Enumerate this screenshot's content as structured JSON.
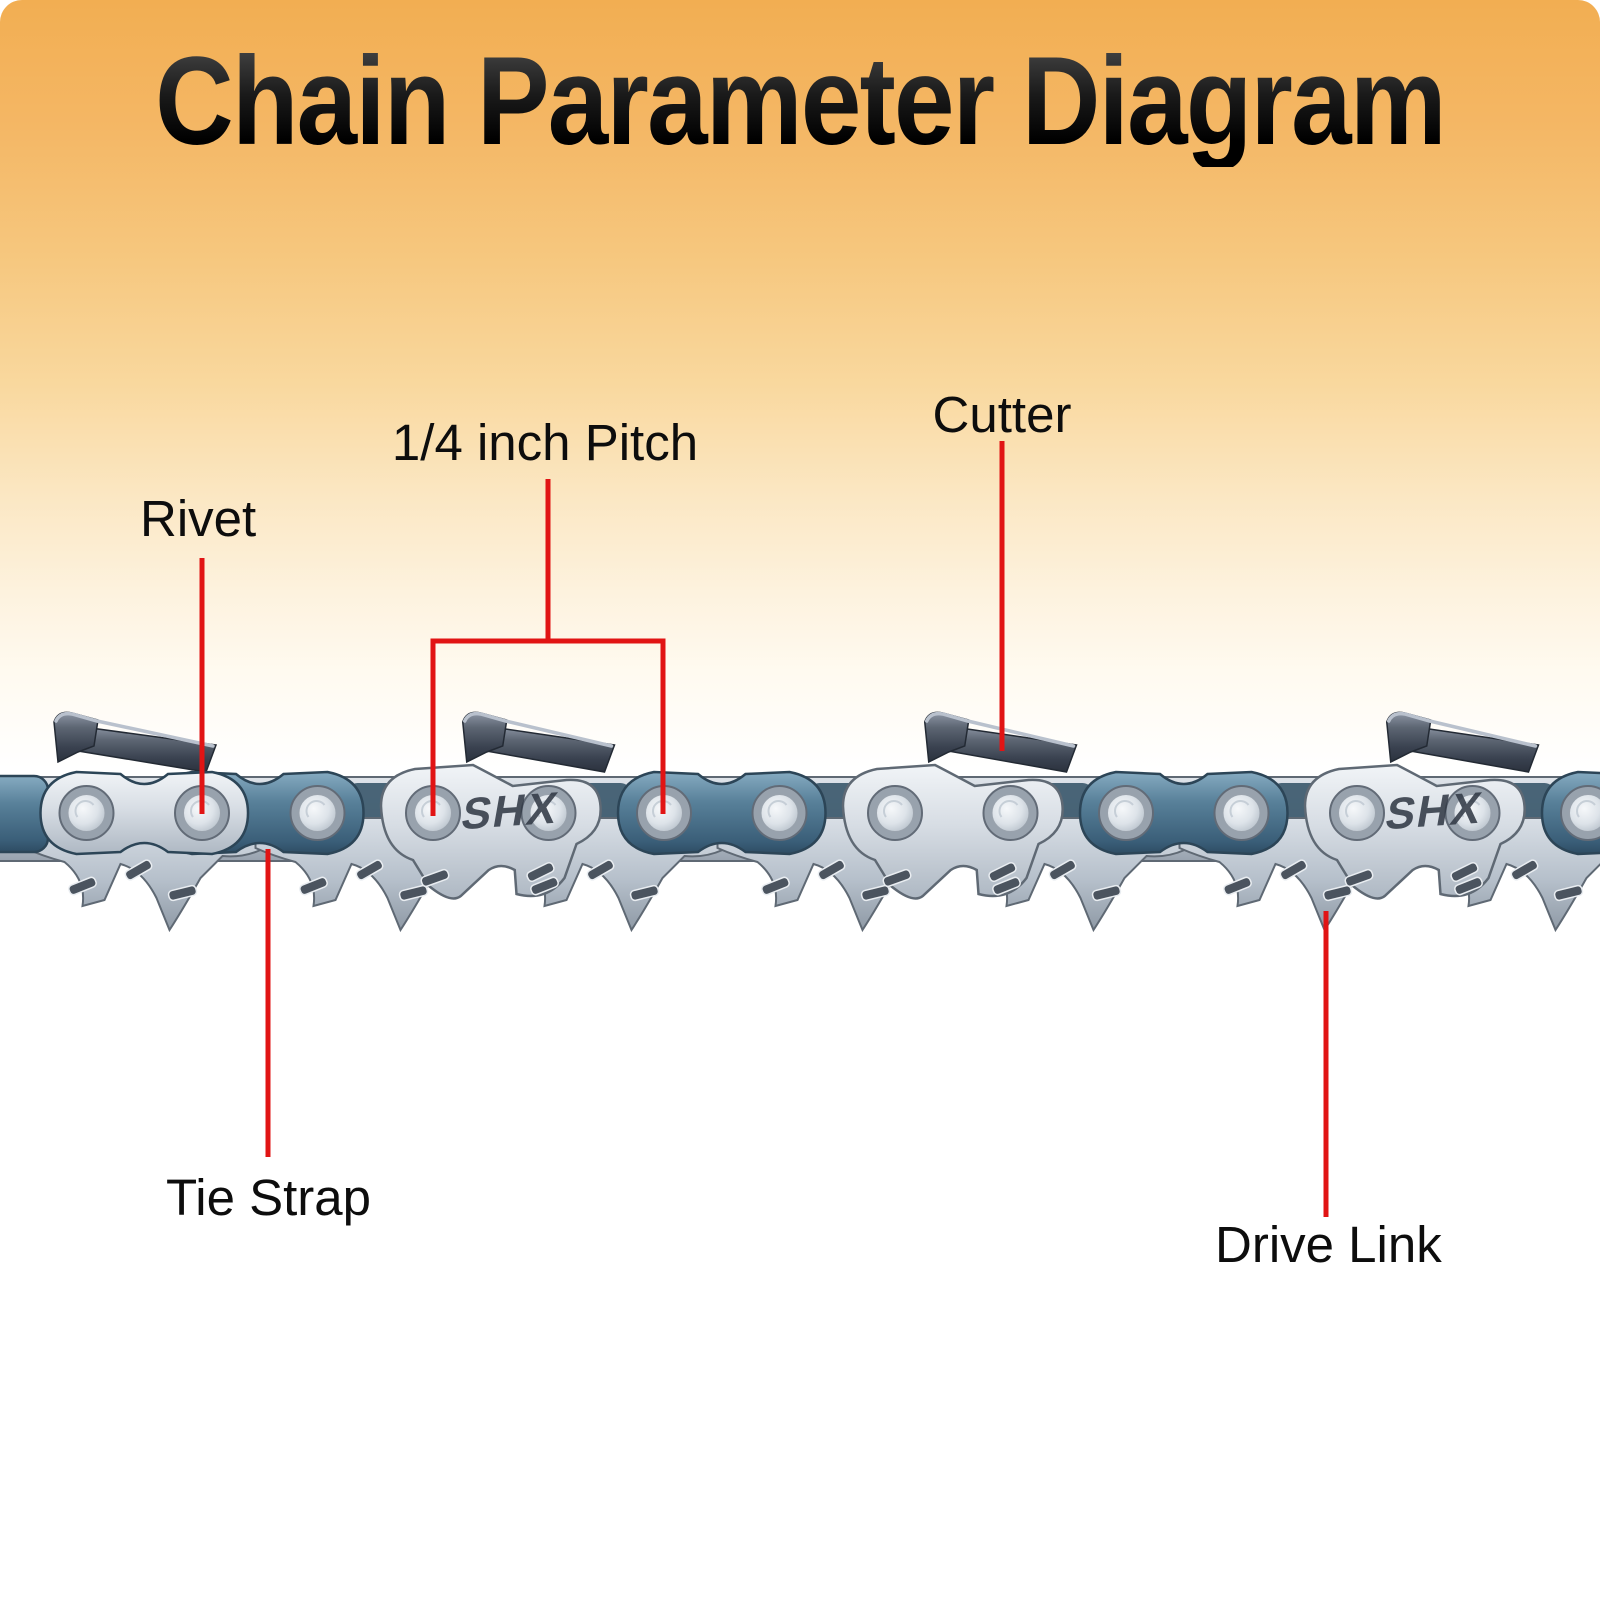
{
  "title": "Chain Parameter Diagram",
  "chain": {
    "brand_mark": "SHX"
  },
  "callouts": {
    "rivet": "Rivet",
    "pitch": "1/4 inch Pitch",
    "cutter": "Cutter",
    "tie_strap": "Tie Strap",
    "drive_link": "Drive Link"
  },
  "colors": {
    "background_top": "#f2ae52",
    "background_bottom": "#ffffff",
    "callout_red": "#e11414",
    "tie_strap_blue": "#4f7d9b",
    "steel_silver": "#c6cfd8",
    "blade_steel": "#39414e",
    "title_text": "#1a1a1a",
    "label_text": "#0d0d0d"
  }
}
